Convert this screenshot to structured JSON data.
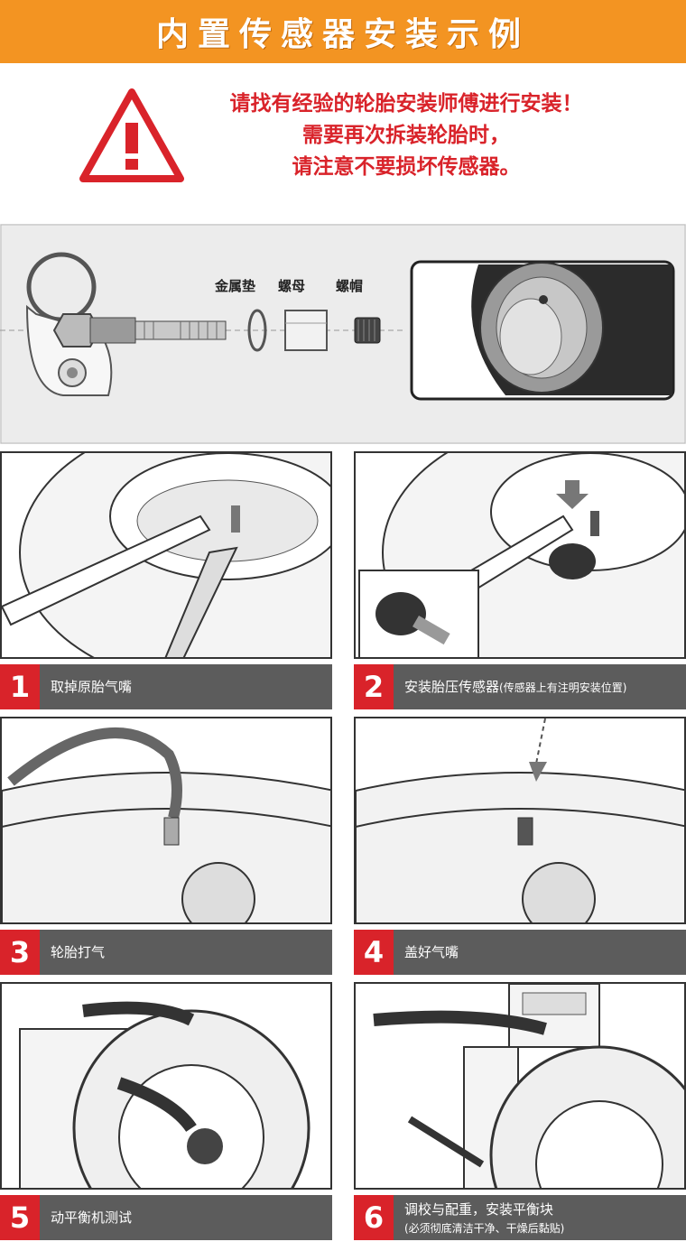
{
  "banner": {
    "title": "内置传感器安装示例"
  },
  "warning": {
    "lines": [
      "请找有经验的轮胎安装师傅进行安装！",
      "需要再次拆装轮胎时，",
      "请注意不要损坏传感器。"
    ]
  },
  "parts": {
    "labels": [
      "金属垫",
      "螺母",
      "螺帽"
    ]
  },
  "steps": [
    {
      "num": "1",
      "text": "取掉原胎气嘴"
    },
    {
      "num": "2",
      "text": "安装胎压传感器",
      "note": "(传感器上有注明安装位置)"
    },
    {
      "num": "3",
      "text": "轮胎打气"
    },
    {
      "num": "4",
      "text": "盖好气嘴"
    },
    {
      "num": "5",
      "text": "动平衡机测试"
    },
    {
      "num": "6",
      "text": "调校与配重，安装平衡块",
      "note": "(必须彻底清洁干净、干燥后黏贴)"
    }
  ],
  "colors": {
    "banner": "#f39422",
    "warning": "#d9232a",
    "step_bar": "#5c5c5c",
    "step_num": "#d9232a"
  }
}
